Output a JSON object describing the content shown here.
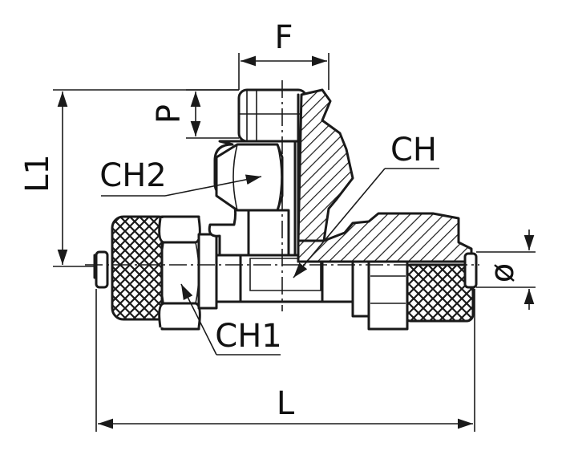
{
  "labels": {
    "F": "F",
    "P": "P",
    "L1": "L1",
    "CH2": "CH2",
    "CH": "CH",
    "CH1": "CH1",
    "diameter": "ø",
    "L": "L"
  },
  "colors": {
    "line": "#1a1a1a",
    "background": "#ffffff"
  }
}
